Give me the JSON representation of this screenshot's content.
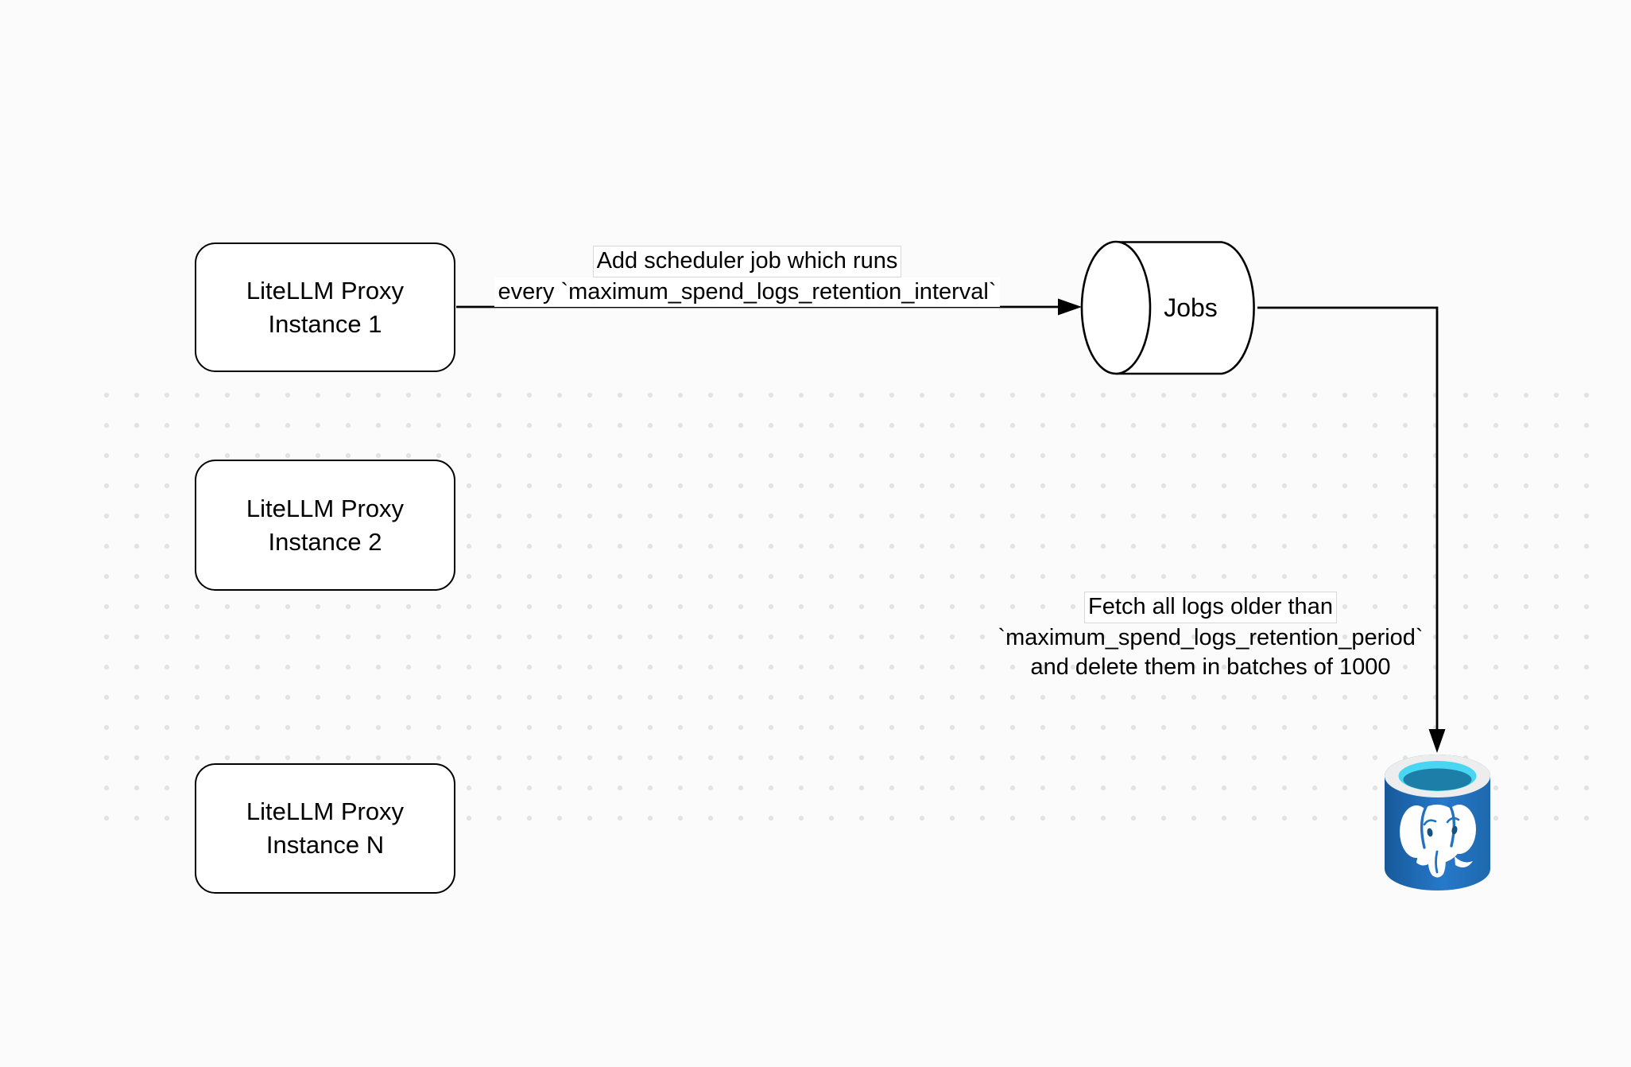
{
  "diagram": {
    "proxies": [
      {
        "label": "LiteLLM Proxy\nInstance 1"
      },
      {
        "label": "LiteLLM Proxy\nInstance 2"
      },
      {
        "label": "LiteLLM Proxy\nInstance N"
      }
    ],
    "jobs_queue": {
      "label": "Jobs"
    },
    "edge_scheduler": {
      "line1": "Add scheduler job which runs",
      "line2": "every `maximum_spend_logs_retention_interval`"
    },
    "edge_fetch": {
      "line1": "Fetch all logs older than",
      "line2": "`maximum_spend_logs_retention_period`",
      "line3": "and delete them in batches of 1000"
    },
    "database": {
      "icon": "postgresql-elephant-cylinder"
    },
    "colors": {
      "stroke": "#000000",
      "background": "#fbfbfb",
      "dot": "#e2e2e2",
      "postgres_body_dark": "#17599a",
      "postgres_body_light": "#2679ca",
      "postgres_rim": "#ededed",
      "postgres_cyan": "#49d6f2",
      "postgres_teal": "#1d7fa8"
    }
  }
}
